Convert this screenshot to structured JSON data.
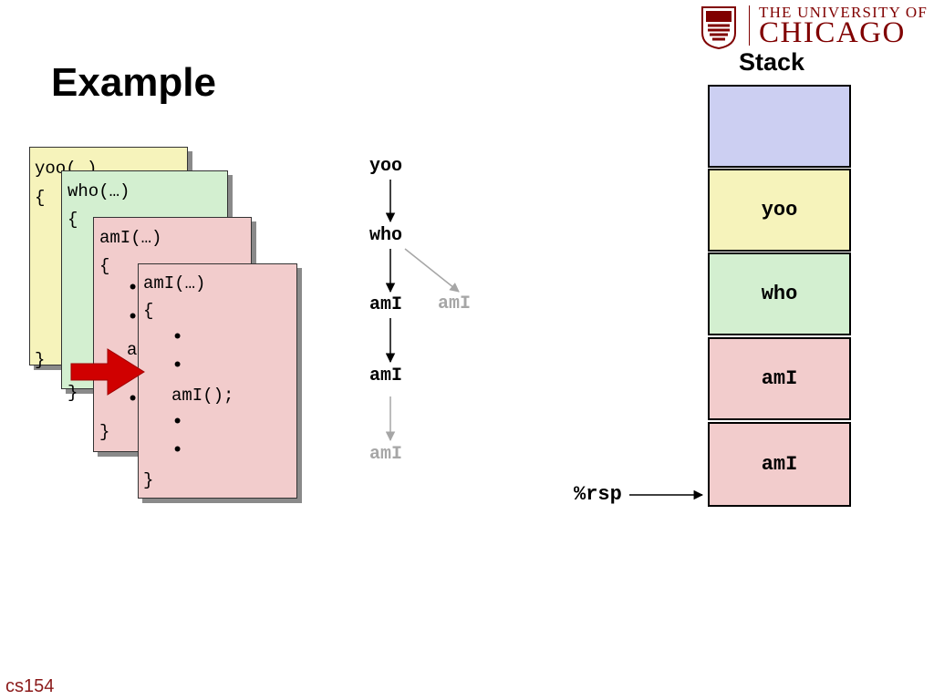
{
  "slide": {
    "title": "Example",
    "footer": "cs154"
  },
  "logo": {
    "line1": "THE UNIVERSITY OF",
    "line2": "CHICAGO"
  },
  "code": {
    "yoo": {
      "header": "yoo(…)",
      "open": "{",
      "close": "}"
    },
    "who": {
      "header": "who(…)",
      "open": "{",
      "close": "}"
    },
    "ami1": {
      "header": "amI(…)",
      "open": "{",
      "peek": "a",
      "close": "}"
    },
    "ami2": {
      "header": "amI(…)",
      "open": "{",
      "call": "amI();",
      "close": "}"
    }
  },
  "call_tree": {
    "nodes": [
      "yoo",
      "who",
      "amI",
      "amI",
      "amI",
      "amI"
    ]
  },
  "stack": {
    "label": "Stack",
    "frames": [
      "",
      "yoo",
      "who",
      "amI",
      "amI"
    ],
    "pointer": "%rsp"
  },
  "colors": {
    "top_frame": "#cccff2",
    "yoo": "#f6f3bb",
    "who": "#d3efd0",
    "amI": "#f2cccc",
    "arrow": "#d00000",
    "logo": "#800000"
  }
}
